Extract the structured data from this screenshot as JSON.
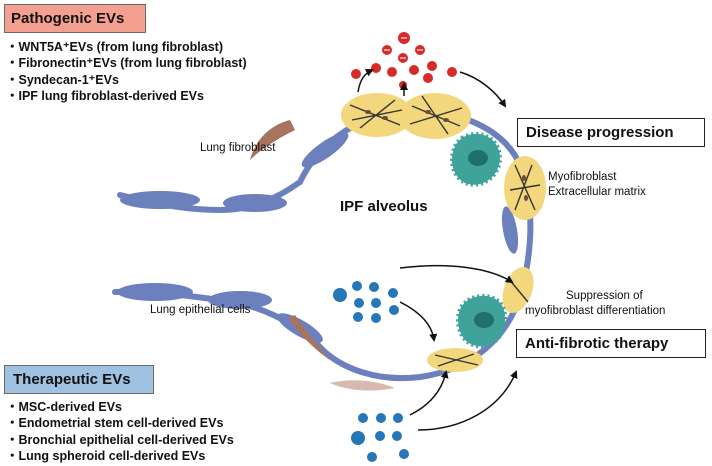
{
  "pathogenic": {
    "title": "Pathogenic EVs",
    "items": [
      "・WNT5A⁺EVs (from lung fibroblast)",
      "・Fibronectin⁺EVs (from lung fibroblast)",
      "・Syndecan-1⁺EVs",
      "・IPF lung fibroblast-derived EVs"
    ]
  },
  "therapeutic": {
    "title": "Therapeutic EVs",
    "items": [
      "・MSC-derived EVs",
      "・Endometrial stem cell-derived EVs",
      "・Bronchial epithelial cell-derived EVs",
      "・Lung spheroid cell-derived EVs"
    ]
  },
  "outcomes": {
    "disease_progression": "Disease progression",
    "anti_fibrotic": "Anti-fibrotic therapy"
  },
  "labels": {
    "lung_fibroblast": "Lung fibroblast",
    "lung_epithelial": "Lung epithelial cells",
    "alveolus": "IPF alveolus",
    "myofibroblast": "Myofibroblast",
    "ecm": "Extracellular matrix",
    "suppression_1": "Suppression of",
    "suppression_2": "myofibroblast differentiation"
  },
  "colors": {
    "pathogenic_box": "#f4a090",
    "therapeutic_box": "#9fc2e3",
    "epithelium": "#6b80bd",
    "matrix": "#f3d77c",
    "fibroblast": "#a8745e",
    "macrophage": "#3fa39c",
    "red_ev": "#d62b2b",
    "blue_ev": "#2677b8"
  }
}
